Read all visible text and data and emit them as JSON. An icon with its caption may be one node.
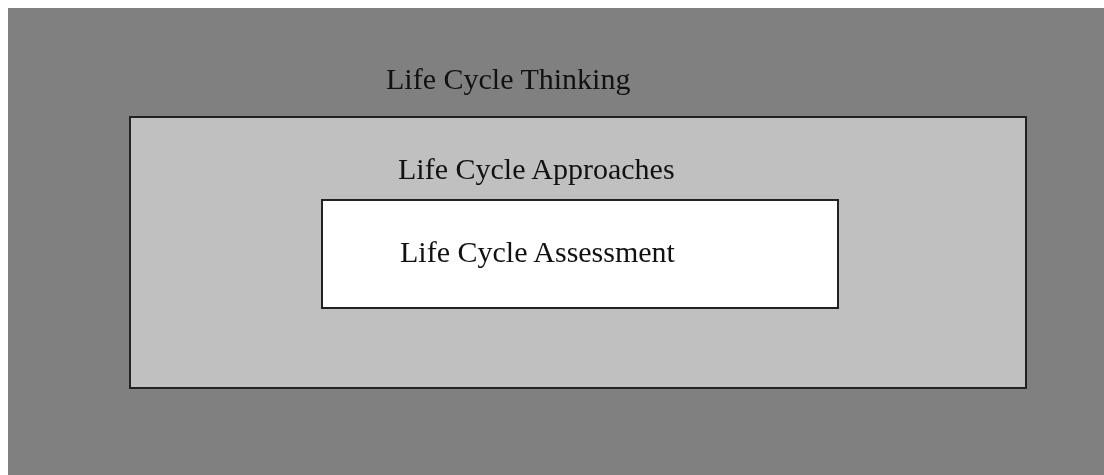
{
  "diagram": {
    "nodes": [
      {
        "text": [
          "Life Cycle Thinking"
        ]
      },
      {
        "text": [
          "Life Cycle Approaches"
        ],
        "in": 0
      },
      {
        "text": [
          "Life Cycle Assessment"
        ],
        "in": 1
      }
    ]
  }
}
